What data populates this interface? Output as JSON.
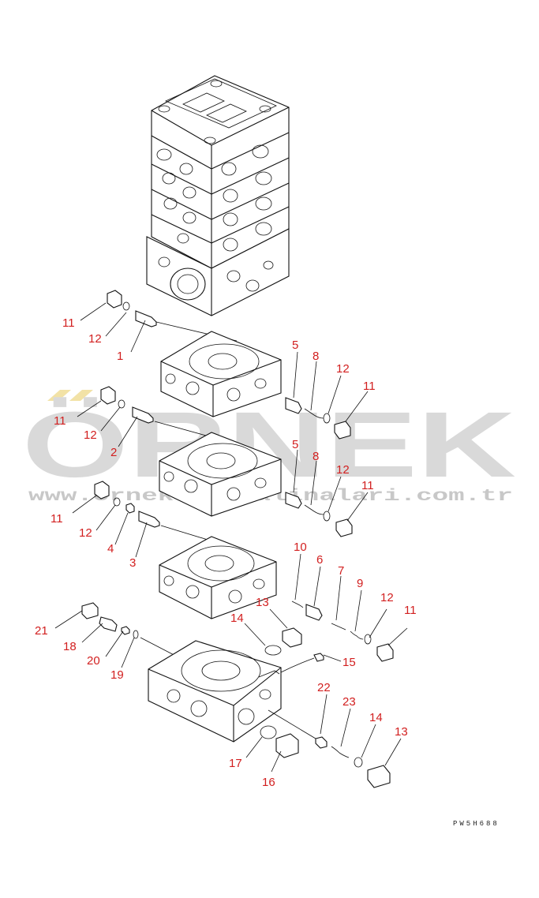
{
  "watermark": {
    "brand": "ÖRNEK",
    "url": "www.orneksitemalinalari.com.tr"
  },
  "drawing_ref": "PW5H688",
  "part_labels": [
    "11",
    "12",
    "1",
    "5",
    "8",
    "12",
    "11",
    "11",
    "12",
    "2",
    "5",
    "8",
    "12",
    "11",
    "11",
    "12",
    "4",
    "3",
    "10",
    "6",
    "7",
    "9",
    "12",
    "11",
    "14",
    "13",
    "21",
    "18",
    "20",
    "19",
    "15",
    "22",
    "23",
    "14",
    "13",
    "17",
    "16"
  ],
  "colors": {
    "label": "#d21f1f",
    "line": "#111111",
    "watermark": "#d9d9d9"
  }
}
